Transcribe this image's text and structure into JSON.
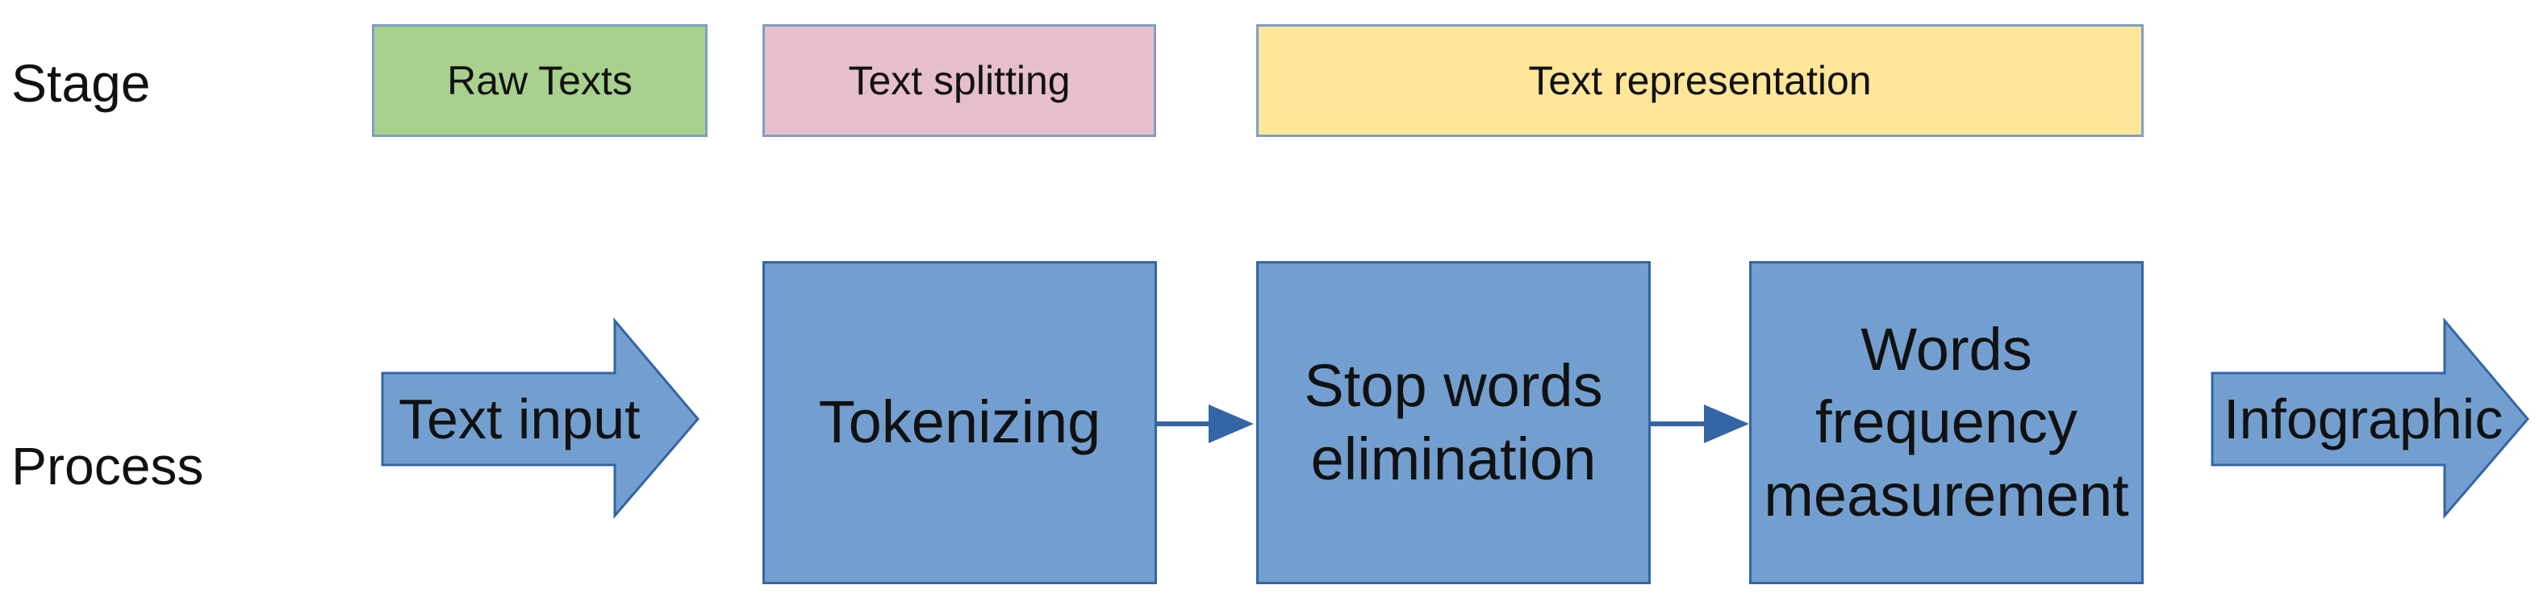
{
  "rows": {
    "stage_label": "Stage",
    "process_label": "Process"
  },
  "stages": [
    {
      "label": "Raw Texts",
      "color": "#a9d18e"
    },
    {
      "label": "Text splitting",
      "color": "#e6bfcc"
    },
    {
      "label": "Text representation",
      "color": "#ffe699"
    }
  ],
  "process": {
    "input_arrow": "Text input",
    "steps": [
      "Tokenizing",
      "Stop words\nelimination",
      "Words\nfrequency\nmeasurement"
    ],
    "output_arrow": "Infographic",
    "fill_color": "#729fcf",
    "border_color": "#3465a4"
  }
}
